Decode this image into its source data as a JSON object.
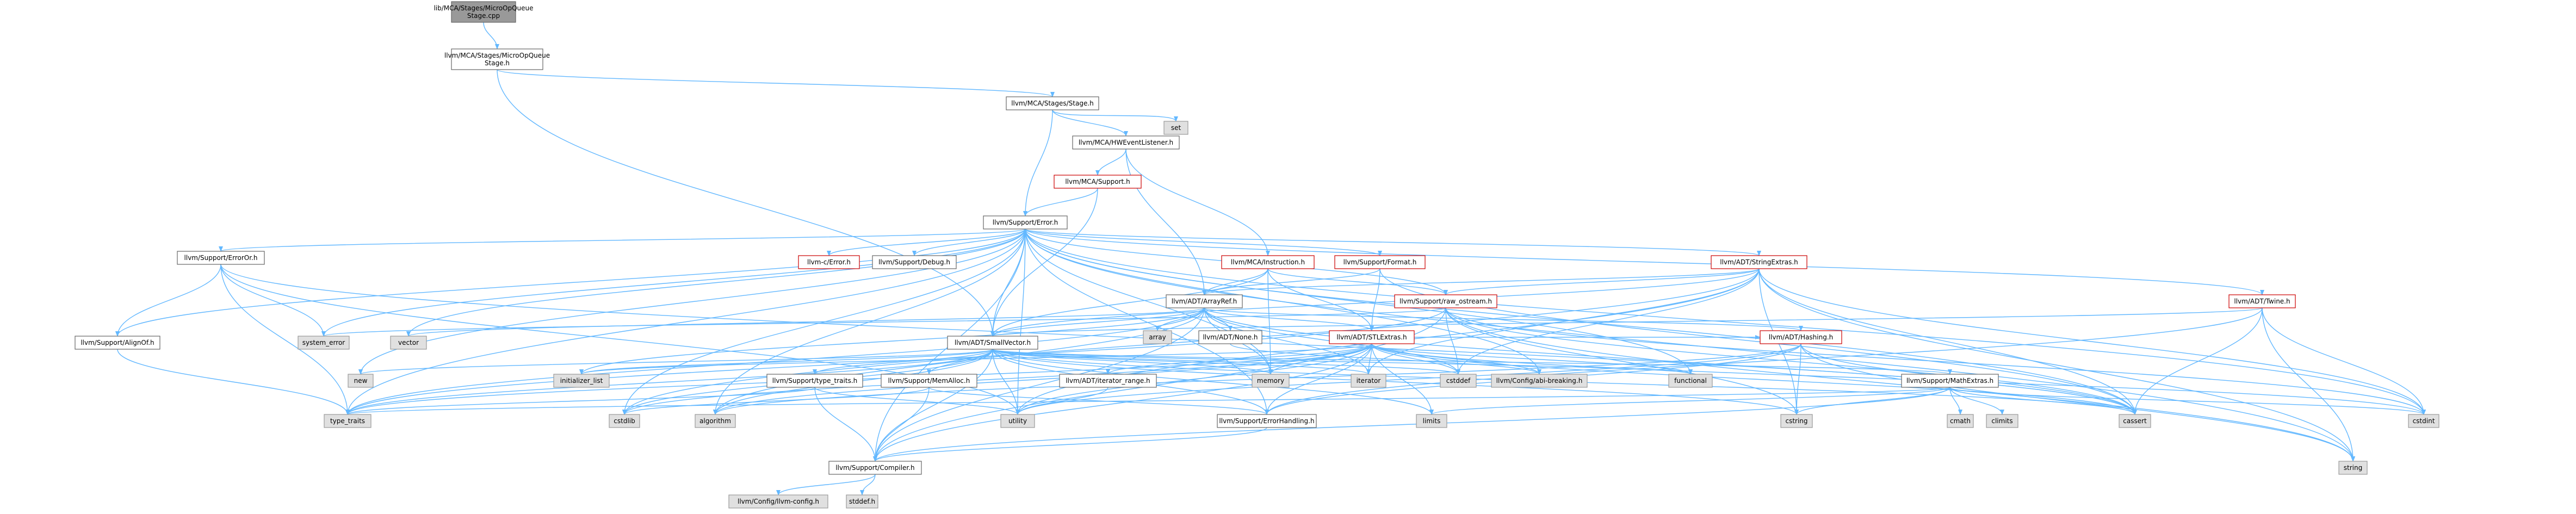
{
  "colors": {
    "edge": "#63B8FF",
    "node_border": "#666666",
    "node_fill": "#ffffff",
    "root_fill": "#999999",
    "external_fill": "#e0e0e0",
    "external_border": "#999999",
    "text": "#000000",
    "red_text": "#cc0000"
  },
  "nodes": [
    {
      "id": "root",
      "label": "lib/MCA/Stages/MicroOpQueue\nStage.cpp",
      "kind": "root"
    },
    {
      "id": "moqs",
      "label": "llvm/MCA/Stages/MicroOpQueue\nStage.h",
      "kind": "file"
    },
    {
      "id": "stage",
      "label": "llvm/MCA/Stages/Stage.h",
      "kind": "file"
    },
    {
      "id": "set",
      "label": "set",
      "kind": "external"
    },
    {
      "id": "hwel",
      "label": "llvm/MCA/HWEventListener.h",
      "kind": "file"
    },
    {
      "id": "support",
      "label": "llvm/MCA/Support.h",
      "kind": "red"
    },
    {
      "id": "error",
      "label": "llvm/Support/Error.h",
      "kind": "file"
    },
    {
      "id": "cerror",
      "label": "llvm-c/Error.h",
      "kind": "red"
    },
    {
      "id": "debug",
      "label": "llvm/Support/Debug.h",
      "kind": "file"
    },
    {
      "id": "instr",
      "label": "llvm/MCA/Instruction.h",
      "kind": "red"
    },
    {
      "id": "format",
      "label": "llvm/Support/Format.h",
      "kind": "red"
    },
    {
      "id": "strext",
      "label": "llvm/ADT/StringExtras.h",
      "kind": "red"
    },
    {
      "id": "erroror",
      "label": "llvm/Support/ErrorOr.h",
      "kind": "file"
    },
    {
      "id": "arrayref",
      "label": "llvm/ADT/ArrayRef.h",
      "kind": "file"
    },
    {
      "id": "rawos",
      "label": "llvm/Support/raw_ostream.h",
      "kind": "red"
    },
    {
      "id": "twine",
      "label": "llvm/ADT/Twine.h",
      "kind": "red"
    },
    {
      "id": "alignof",
      "label": "llvm/Support/AlignOf.h",
      "kind": "file"
    },
    {
      "id": "syserr",
      "label": "system_error",
      "kind": "external"
    },
    {
      "id": "vector",
      "label": "vector",
      "kind": "external"
    },
    {
      "id": "array",
      "label": "array",
      "kind": "external"
    },
    {
      "id": "none",
      "label": "llvm/ADT/None.h",
      "kind": "file"
    },
    {
      "id": "stlext",
      "label": "llvm/ADT/STLExtras.h",
      "kind": "red"
    },
    {
      "id": "hashing",
      "label": "llvm/ADT/Hashing.h",
      "kind": "red"
    },
    {
      "id": "smallvec",
      "label": "llvm/ADT/SmallVector.h",
      "kind": "file"
    },
    {
      "id": "new",
      "label": "new",
      "kind": "external"
    },
    {
      "id": "initlist",
      "label": "initializer_list",
      "kind": "external"
    },
    {
      "id": "typetr",
      "label": "llvm/Support/type_traits.h",
      "kind": "file"
    },
    {
      "id": "memalloc",
      "label": "llvm/Support/MemAlloc.h",
      "kind": "file"
    },
    {
      "id": "iterrange",
      "label": "llvm/ADT/iterator_range.h",
      "kind": "file"
    },
    {
      "id": "memory",
      "label": "memory",
      "kind": "external"
    },
    {
      "id": "iterator",
      "label": "iterator",
      "kind": "external"
    },
    {
      "id": "cstddef",
      "label": "cstddef",
      "kind": "external"
    },
    {
      "id": "abibreak",
      "label": "llvm/Config/abi-breaking.h",
      "kind": "external"
    },
    {
      "id": "functional",
      "label": "functional",
      "kind": "external"
    },
    {
      "id": "mathext",
      "label": "llvm/Support/MathExtras.h",
      "kind": "file"
    },
    {
      "id": "errhand",
      "label": "llvm/Support/ErrorHandling.h",
      "kind": "file"
    },
    {
      "id": "limits",
      "label": "limits",
      "kind": "external"
    },
    {
      "id": "cstring",
      "label": "cstring",
      "kind": "external"
    },
    {
      "id": "cmath",
      "label": "cmath",
      "kind": "external"
    },
    {
      "id": "climits",
      "label": "climits",
      "kind": "external"
    },
    {
      "id": "cassert",
      "label": "cassert",
      "kind": "external"
    },
    {
      "id": "cstdint",
      "label": "cstdint",
      "kind": "external"
    },
    {
      "id": "typetraits",
      "label": "type_traits",
      "kind": "external"
    },
    {
      "id": "cstdlib",
      "label": "cstdlib",
      "kind": "external"
    },
    {
      "id": "algorithm",
      "label": "algorithm",
      "kind": "external"
    },
    {
      "id": "utility",
      "label": "utility",
      "kind": "external"
    },
    {
      "id": "compiler",
      "label": "llvm/Support/Compiler.h",
      "kind": "file"
    },
    {
      "id": "string",
      "label": "string",
      "kind": "external"
    },
    {
      "id": "llvmconfig",
      "label": "llvm/Config/llvm-config.h",
      "kind": "external"
    },
    {
      "id": "stddef",
      "label": "stddef.h",
      "kind": "external"
    }
  ],
  "edges": [
    [
      "root",
      "moqs"
    ],
    [
      "moqs",
      "stage"
    ],
    [
      "moqs",
      "smallvec"
    ],
    [
      "stage",
      "set"
    ],
    [
      "stage",
      "hwel"
    ],
    [
      "stage",
      "error"
    ],
    [
      "hwel",
      "support"
    ],
    [
      "hwel",
      "arrayref"
    ],
    [
      "hwel",
      "instr"
    ],
    [
      "support",
      "error"
    ],
    [
      "support",
      "smallvec"
    ],
    [
      "error",
      "cerror"
    ],
    [
      "error",
      "debug"
    ],
    [
      "error",
      "erroror"
    ],
    [
      "error",
      "alignof"
    ],
    [
      "error",
      "smallvec"
    ],
    [
      "error",
      "strext"
    ],
    [
      "error",
      "twine"
    ],
    [
      "error",
      "format"
    ],
    [
      "error",
      "rawos"
    ],
    [
      "error",
      "abibreak"
    ],
    [
      "error",
      "compiler"
    ],
    [
      "error",
      "errhand"
    ],
    [
      "error",
      "syserr"
    ],
    [
      "error",
      "algorithm"
    ],
    [
      "error",
      "cassert"
    ],
    [
      "error",
      "cstdint"
    ],
    [
      "error",
      "cstdlib"
    ],
    [
      "error",
      "functional"
    ],
    [
      "error",
      "memory"
    ],
    [
      "error",
      "new"
    ],
    [
      "error",
      "string"
    ],
    [
      "error",
      "typetraits"
    ],
    [
      "error",
      "utility"
    ],
    [
      "error",
      "vector"
    ],
    [
      "instr",
      "arrayref"
    ],
    [
      "instr",
      "smallvec"
    ],
    [
      "instr",
      "stlext"
    ],
    [
      "instr",
      "rawos"
    ],
    [
      "instr",
      "memory"
    ],
    [
      "format",
      "arrayref"
    ],
    [
      "format",
      "stlext"
    ],
    [
      "format",
      "cassert"
    ],
    [
      "format",
      "cstdio"
    ],
    [
      "format",
      "tuple"
    ],
    [
      "strext",
      "arrayref"
    ],
    [
      "strext",
      "smallvec"
    ],
    [
      "strext",
      "rawos"
    ],
    [
      "strext",
      "cassert"
    ],
    [
      "strext",
      "cstddef"
    ],
    [
      "strext",
      "cstdint"
    ],
    [
      "strext",
      "cstdlib"
    ],
    [
      "strext",
      "cstring"
    ],
    [
      "strext",
      "iterator"
    ],
    [
      "strext",
      "string"
    ],
    [
      "strext",
      "utility"
    ],
    [
      "erroror",
      "alignof"
    ],
    [
      "erroror",
      "syserr"
    ],
    [
      "erroror",
      "typetraits"
    ],
    [
      "erroror",
      "utility"
    ],
    [
      "erroror",
      "cassert"
    ],
    [
      "arrayref",
      "hashing"
    ],
    [
      "arrayref",
      "none"
    ],
    [
      "arrayref",
      "smallvec"
    ],
    [
      "arrayref",
      "stlext"
    ],
    [
      "arrayref",
      "compiler"
    ],
    [
      "arrayref",
      "algorithm"
    ],
    [
      "arrayref",
      "array"
    ],
    [
      "arrayref",
      "cassert"
    ],
    [
      "arrayref",
      "cstddef"
    ],
    [
      "arrayref",
      "initlist"
    ],
    [
      "arrayref",
      "iterator"
    ],
    [
      "arrayref",
      "memory"
    ],
    [
      "arrayref",
      "typetraits"
    ],
    [
      "arrayref",
      "vector"
    ],
    [
      "rawos",
      "compiler"
    ],
    [
      "rawos",
      "cassert"
    ],
    [
      "rawos",
      "cstddef"
    ],
    [
      "rawos",
      "cstdint"
    ],
    [
      "rawos",
      "cstring"
    ],
    [
      "rawos",
      "string"
    ],
    [
      "rawos",
      "typetraits"
    ],
    [
      "rawos",
      "syserr"
    ],
    [
      "twine",
      "smallvec"
    ],
    [
      "twine",
      "errhand"
    ],
    [
      "twine",
      "cassert"
    ],
    [
      "twine",
      "cstdint"
    ],
    [
      "twine",
      "string"
    ],
    [
      "alignof",
      "typetraits"
    ],
    [
      "none",
      "abibreak"
    ],
    [
      "stlext",
      "hashing"
    ],
    [
      "stlext",
      "iterrange"
    ],
    [
      "stlext",
      "compiler"
    ],
    [
      "stlext",
      "errhand"
    ],
    [
      "stlext",
      "algorithm"
    ],
    [
      "stlext",
      "cassert"
    ],
    [
      "stlext",
      "cstddef"
    ],
    [
      "stlext",
      "cstdint"
    ],
    [
      "stlext",
      "cstdlib"
    ],
    [
      "stlext",
      "functional"
    ],
    [
      "stlext",
      "initlist"
    ],
    [
      "stlext",
      "iterator"
    ],
    [
      "stlext",
      "limits"
    ],
    [
      "stlext",
      "memory"
    ],
    [
      "stlext",
      "tuple"
    ],
    [
      "stlext",
      "typetraits"
    ],
    [
      "stlext",
      "utility"
    ],
    [
      "stlext",
      "abibreak"
    ],
    [
      "hashing",
      "errhand"
    ],
    [
      "hashing",
      "algorithm"
    ],
    [
      "hashing",
      "cassert"
    ],
    [
      "hashing",
      "cstring"
    ],
    [
      "hashing",
      "string"
    ],
    [
      "hashing",
      "tuple"
    ],
    [
      "hashing",
      "utility"
    ],
    [
      "smallvec",
      "compiler"
    ],
    [
      "smallvec",
      "memalloc"
    ],
    [
      "smallvec",
      "typetr"
    ],
    [
      "smallvec",
      "algorithm"
    ],
    [
      "smallvec",
      "cassert"
    ],
    [
      "smallvec",
      "cstddef"
    ],
    [
      "smallvec",
      "cstdlib"
    ],
    [
      "smallvec",
      "cstring"
    ],
    [
      "smallvec",
      "functional"
    ],
    [
      "smallvec",
      "initlist"
    ],
    [
      "smallvec",
      "iterator"
    ],
    [
      "smallvec",
      "limits"
    ],
    [
      "smallvec",
      "memory"
    ],
    [
      "smallvec",
      "new"
    ],
    [
      "smallvec",
      "typetraits"
    ],
    [
      "smallvec",
      "utility"
    ],
    [
      "smallvec",
      "mathext"
    ],
    [
      "smallvec",
      "errhand"
    ],
    [
      "typetr",
      "compiler"
    ],
    [
      "typetr",
      "typetraits"
    ],
    [
      "typetr",
      "utility"
    ],
    [
      "memalloc",
      "compiler"
    ],
    [
      "memalloc",
      "errhand"
    ],
    [
      "memalloc",
      "cstdlib"
    ],
    [
      "iterrange",
      "utility"
    ],
    [
      "mathext",
      "compiler"
    ],
    [
      "mathext",
      "cassert"
    ],
    [
      "mathext",
      "climits"
    ],
    [
      "mathext",
      "cmath"
    ],
    [
      "mathext",
      "cstdint"
    ],
    [
      "mathext",
      "cstring"
    ],
    [
      "mathext",
      "limits"
    ],
    [
      "mathext",
      "typetraits"
    ],
    [
      "errhand",
      "compiler"
    ],
    [
      "compiler",
      "llvmconfig"
    ],
    [
      "compiler",
      "stddef"
    ]
  ]
}
